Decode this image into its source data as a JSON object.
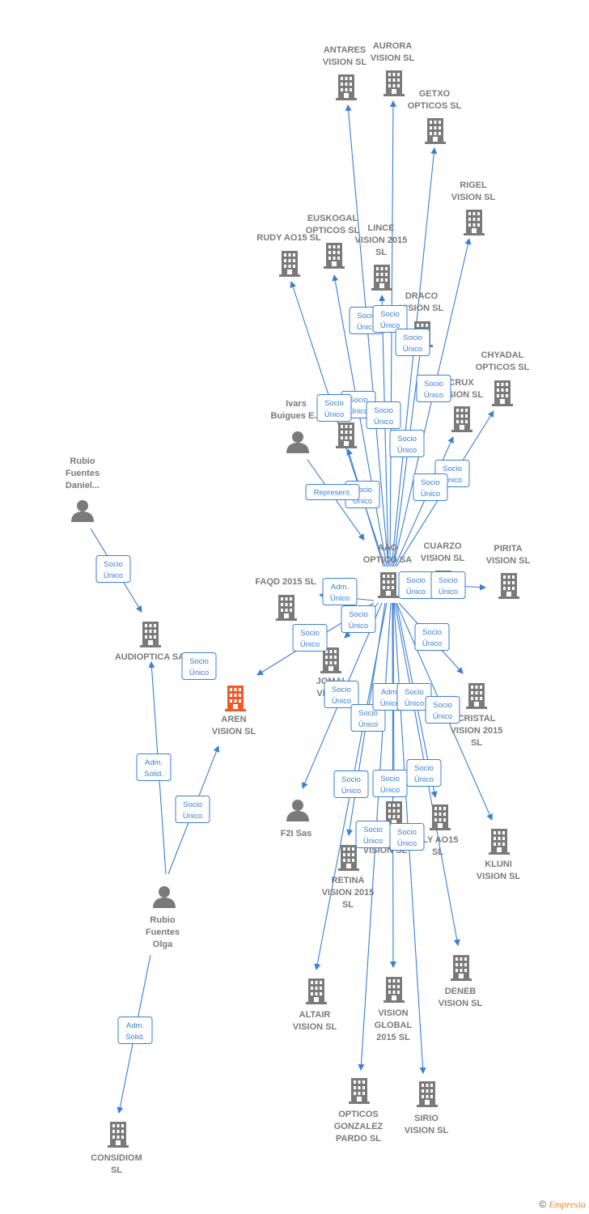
{
  "nodes": [
    {
      "id": "antares",
      "label": [
        "ANTARES",
        "VISION  SL"
      ],
      "type": "company"
    },
    {
      "id": "aurora",
      "label": [
        "AURORA",
        "VISION  SL"
      ],
      "type": "company"
    },
    {
      "id": "getxo",
      "label": [
        "GETXO",
        "OPTICOS  SL"
      ],
      "type": "company"
    },
    {
      "id": "rigel",
      "label": [
        "RIGEL",
        "VISION  SL"
      ],
      "type": "company"
    },
    {
      "id": "euskogal",
      "label": [
        "EUSKOGAL",
        "OPTICOS  SL"
      ],
      "type": "company"
    },
    {
      "id": "lince",
      "label": [
        "LINCE",
        "VISION 2015",
        "SL"
      ],
      "type": "company"
    },
    {
      "id": "rudy",
      "label": [
        "RUDY AO15  SL"
      ],
      "type": "company"
    },
    {
      "id": "draco",
      "label": [
        "DRACO",
        "VISION  SL"
      ],
      "type": "company"
    },
    {
      "id": "chyadal",
      "label": [
        "CHYADAL",
        "OPTICOS  SL"
      ],
      "type": "company"
    },
    {
      "id": "crux",
      "label": [
        "CRUX",
        "VISION  SL"
      ],
      "type": "company"
    },
    {
      "id": "ivars",
      "label": [
        "Ivars",
        "Buigues E..."
      ],
      "type": "person"
    },
    {
      "id": "hidden1",
      "label": [],
      "type": "company"
    },
    {
      "id": "rubio_daniel",
      "label": [
        "Rubio",
        "Fuentes",
        "Daniel..."
      ],
      "type": "person"
    },
    {
      "id": "aao",
      "label": [
        "AAO",
        "OPTICO SA"
      ],
      "type": "company"
    },
    {
      "id": "cuarzo",
      "label": [
        "CUARZO",
        "VISION  SL"
      ],
      "type": "company"
    },
    {
      "id": "pirita",
      "label": [
        "PIRITA",
        "VISION  SL"
      ],
      "type": "company"
    },
    {
      "id": "faqd",
      "label": [
        "FAQD 2015  SL"
      ],
      "type": "company"
    },
    {
      "id": "audioptica",
      "label": [
        "AUDIOPTICA SA"
      ],
      "type": "company"
    },
    {
      "id": "aren",
      "label": [
        "AREN",
        "VISION  SL"
      ],
      "type": "focus"
    },
    {
      "id": "jomal",
      "label": [
        "JOMAL",
        "VISION"
      ],
      "type": "company"
    },
    {
      "id": "cristal",
      "label": [
        "CRISTAL",
        "VISION 2015",
        "SL"
      ],
      "type": "company"
    },
    {
      "id": "f2i",
      "label": [
        "F2I Sas"
      ],
      "type": "person"
    },
    {
      "id": "retina",
      "label": [
        "RETINA",
        "VISION 2015",
        "SL"
      ],
      "type": "company"
    },
    {
      "id": "hidden2",
      "label": [
        "VISION  SL"
      ],
      "type": "company"
    },
    {
      "id": "lly",
      "label": [
        "LLY AO15",
        "SL"
      ],
      "type": "company"
    },
    {
      "id": "kluni",
      "label": [
        "KLUNI",
        "VISION  SL"
      ],
      "type": "company"
    },
    {
      "id": "rubio_olga",
      "label": [
        "Rubio",
        "Fuentes",
        "Olga"
      ],
      "type": "person"
    },
    {
      "id": "deneb",
      "label": [
        "DENEB",
        "VISION  SL"
      ],
      "type": "company"
    },
    {
      "id": "altair",
      "label": [
        "ALTAIR",
        "VISION  SL"
      ],
      "type": "company"
    },
    {
      "id": "vglobal",
      "label": [
        "VISION",
        "GLOBAL",
        "2015  SL"
      ],
      "type": "company"
    },
    {
      "id": "opticos_gp",
      "label": [
        "OPTICOS",
        "GONZALEZ",
        "PARDO  SL"
      ],
      "type": "company"
    },
    {
      "id": "sirio",
      "label": [
        "SIRIO",
        "VISION  SL"
      ],
      "type": "company"
    },
    {
      "id": "considiom",
      "label": [
        "CONSIDIOM",
        "SL"
      ],
      "type": "company"
    }
  ],
  "badges": [
    [
      "Socio",
      "Único"
    ],
    [
      "Socio",
      "Único"
    ],
    [
      "Socio",
      "Único"
    ],
    [
      "Socio",
      "Único"
    ],
    [
      "Socio",
      "Único"
    ],
    [
      "Socio",
      "Único"
    ],
    [
      "Socio",
      "Único"
    ],
    [
      "Socio",
      "Único"
    ],
    [
      "Socio",
      "Único"
    ],
    [
      "Socio",
      "Único"
    ],
    [
      "Socio",
      "Único"
    ],
    [
      "Represent."
    ],
    [
      "Adm.",
      "Único"
    ],
    [
      "Socio",
      "Único"
    ],
    [
      "Socio",
      "Único"
    ],
    [
      "Socio",
      "Único"
    ],
    [
      "Socio",
      "Único"
    ],
    [
      "Socio",
      "Único"
    ],
    [
      "Socio",
      "Único"
    ],
    [
      "Socio",
      "Único"
    ],
    [
      "Adm.",
      "Único"
    ],
    [
      "Socio",
      "Único"
    ],
    [
      "Socio",
      "Único"
    ],
    [
      "Socio",
      "Único"
    ],
    [
      "Socio",
      "Único"
    ],
    [
      "Socio",
      "Único"
    ],
    [
      "Socio",
      "Único"
    ],
    [
      "Socio",
      "Único"
    ],
    [
      "Socio",
      "Único"
    ],
    [
      "Socio",
      "Único"
    ],
    [
      "Adm.",
      "Solid."
    ],
    [
      "Socio",
      "Único"
    ],
    [
      "Adm.",
      "Solid."
    ],
    [
      "Adm.",
      "Único"
    ],
    [
      "Adm.",
      "Solid."
    ],
    [
      "Socio",
      "Único"
    ],
    [
      "Socio",
      "Único"
    ]
  ],
  "colors": {
    "edge": "#3a7fd5",
    "node": "#7a7a7a",
    "focus": "#f05a28"
  },
  "footer": {
    "copyright": "©",
    "brand": "Empresia"
  }
}
